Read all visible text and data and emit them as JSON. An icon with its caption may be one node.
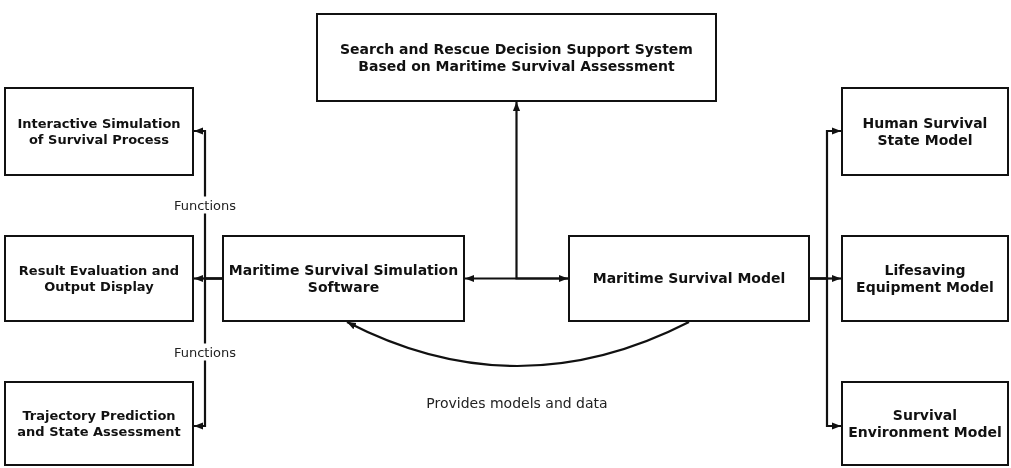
{
  "diagram": {
    "nodes": [
      {
        "text": [
          "Search and Rescue Decision Support System Based on Maritime Survival Assessment"
        ]
      },
      {
        "text": [
          "Interactive Simulation of Survival Process"
        ]
      },
      {
        "text": [
          "Result Evaluation and Output Display"
        ]
      },
      {
        "text": [
          "Trajectory Prediction and State Assessment"
        ]
      },
      {
        "text": [
          "Maritime Survival Simulation Software"
        ]
      },
      {
        "text": [
          "Maritime Survival Model"
        ]
      },
      {
        "text": [
          "Human Survival State Model"
        ]
      },
      {
        "text": [
          "Lifesaving Equipment Model"
        ]
      },
      {
        "text": [
          "Survival Environment Model"
        ]
      }
    ],
    "edges": [
      {
        "from": 4,
        "to": 1,
        "arrow": "to",
        "label": "Functions"
      },
      {
        "from": 4,
        "to": 2,
        "arrow": "to"
      },
      {
        "from": 4,
        "to": 3,
        "arrow": "to",
        "label": "Functions"
      },
      {
        "from": 4,
        "to": 5,
        "arrow": "both"
      },
      {
        "from": 5,
        "to": 0,
        "arrow": "to"
      },
      {
        "from": 5,
        "to": 6,
        "arrow": "to"
      },
      {
        "from": 5,
        "to": 7,
        "arrow": "to"
      },
      {
        "from": 5,
        "to": 8,
        "arrow": "to"
      },
      {
        "from": 5,
        "to": 4,
        "arrow": "to",
        "label": "Provides models and data"
      }
    ]
  }
}
